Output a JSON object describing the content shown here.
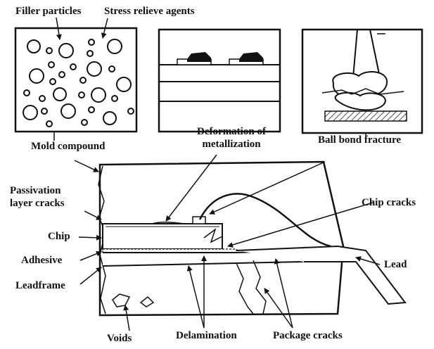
{
  "labels": {
    "filler_particles": "Filler particles",
    "stress_relieve_agents": "Stress relieve agents",
    "mold_compound": "Mold compound",
    "deformation_line1": "Deformation of",
    "deformation_line2": "metallization",
    "ball_bond_fracture": "Ball bond fracture",
    "passivation_line1": "Passivation",
    "passivation_line2": "layer cracks",
    "chip": "Chip",
    "adhesive": "Adhesive",
    "leadframe": "Leadframe",
    "chip_cracks": "Chip cracks",
    "lead": "Lead",
    "voids": "Voids",
    "delamination": "Delamination",
    "package_cracks": "Package cracks"
  }
}
